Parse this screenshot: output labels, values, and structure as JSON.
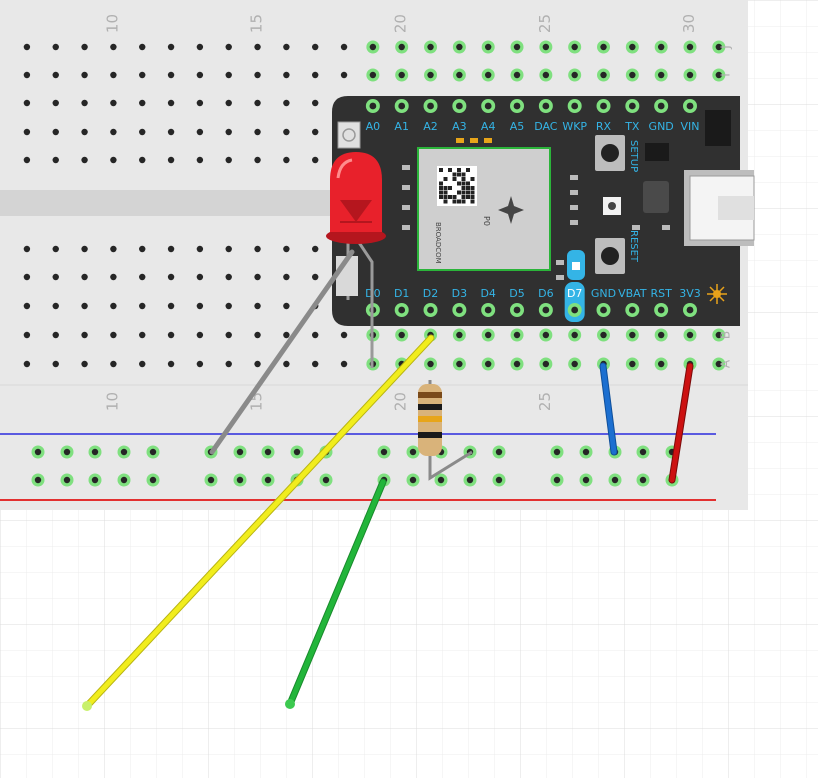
{
  "breadboard": {
    "top_column_numbers": [
      "10",
      "15",
      "20",
      "25",
      "30"
    ],
    "bottom_column_numbers": [
      "10",
      "15",
      "20",
      "25"
    ],
    "row_letters": [
      "J",
      "I",
      "B",
      "A"
    ]
  },
  "photon": {
    "top_pins": [
      "A0",
      "A1",
      "A2",
      "A3",
      "A4",
      "A5",
      "DAC",
      "WKP",
      "RX",
      "TX",
      "GND",
      "VIN"
    ],
    "bottom_pins": [
      "D0",
      "D1",
      "D2",
      "D3",
      "D4",
      "D5",
      "D6",
      "D7",
      "GND",
      "VBAT",
      "RST",
      "3V3"
    ],
    "setup_label": "SETUP",
    "reset_label": "RESET",
    "module_label": "P0",
    "module_marking": "BROADCOM"
  },
  "colors": {
    "grid": "#e6e6e6",
    "breadboard": "#e8e8e8",
    "hole": "#262626",
    "active_hole": "#7fe07f",
    "photon_board": "#303030",
    "pin_label": "#34b4e6",
    "led": "#e8212b",
    "wire_gray": "#8a8a8a",
    "wire_yellow": "#f1ed1d",
    "wire_green": "#22b53a",
    "wire_blue": "#1c6fd0",
    "wire_red": "#cc1111",
    "rail_blue": "#5a5ae0",
    "rail_red": "#e23030"
  }
}
